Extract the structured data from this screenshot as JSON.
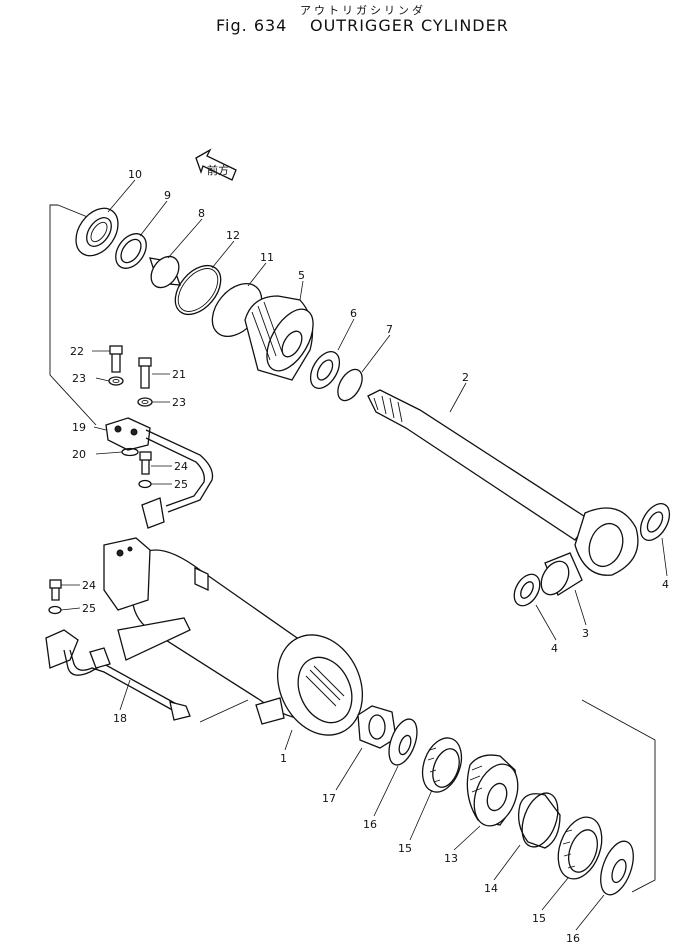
{
  "header": {
    "title_jp": "アウトリガシリンダ",
    "fig_no": "Fig. 634",
    "title": "OUTRIGGER CYLINDER"
  },
  "direction_arrow": {
    "text": "前方"
  },
  "callouts": [
    "1",
    "2",
    "3",
    "4",
    "4",
    "5",
    "6",
    "7",
    "8",
    "9",
    "10",
    "11",
    "12",
    "13",
    "14",
    "15",
    "15",
    "16",
    "16",
    "17",
    "18",
    "19",
    "20",
    "21",
    "22",
    "23",
    "23",
    "24",
    "24",
    "25",
    "25"
  ],
  "icons": {
    "arrow": "direction-arrow-icon"
  }
}
